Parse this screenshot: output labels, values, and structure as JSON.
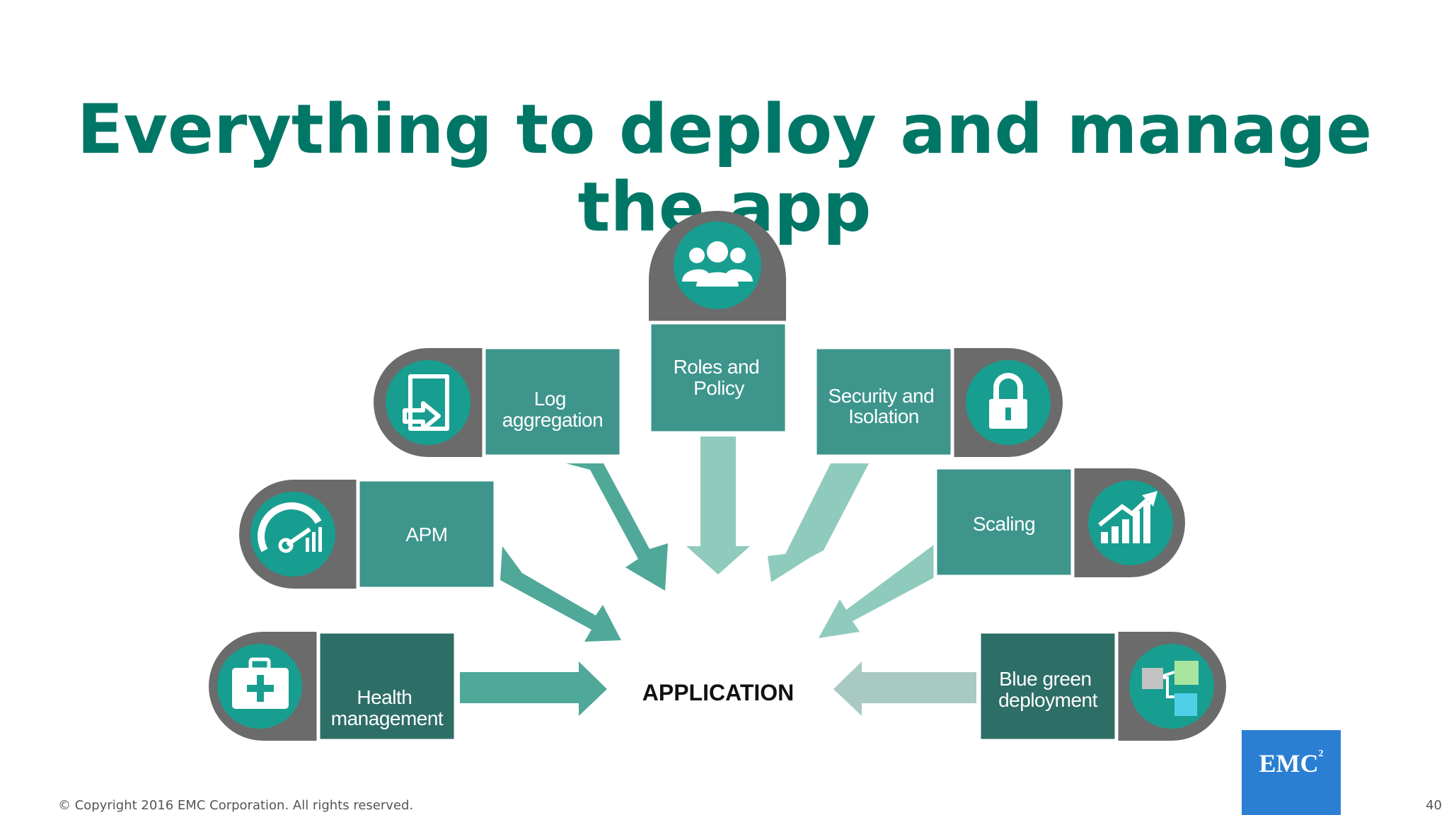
{
  "slide": {
    "title_line1": "Everything to deploy and manage",
    "title_line2": "the app",
    "copyright": "© Copyright 2016 EMC Corporation. All rights reserved.",
    "page_number": "40",
    "logo": "EMC",
    "logo_superscript": "2"
  },
  "diagram": {
    "center": "APPLICATION",
    "nodes": [
      {
        "id": "roles",
        "lines": [
          "Roles and",
          "Policy"
        ],
        "icon": "users-icon"
      },
      {
        "id": "log",
        "lines": [
          "Log",
          "aggregation"
        ],
        "icon": "file-import-icon"
      },
      {
        "id": "security",
        "lines": [
          "Security and",
          "Isolation"
        ],
        "icon": "padlock-icon"
      },
      {
        "id": "apm",
        "lines": [
          "APM"
        ],
        "icon": "gauge-icon"
      },
      {
        "id": "scaling",
        "lines": [
          "Scaling"
        ],
        "icon": "growth-chart-icon"
      },
      {
        "id": "health",
        "lines": [
          "Health",
          "management"
        ],
        "icon": "first-aid-kit-icon"
      },
      {
        "id": "bluegreen",
        "lines": [
          "Blue green",
          "deployment"
        ],
        "icon": "blocks-icon"
      }
    ]
  },
  "colors": {
    "title": "#007766",
    "pill_gray": "#6b6b6b",
    "icon_teal": "#179e90",
    "box_teal": "#3d958c",
    "box_dark": "#2d6e66",
    "arrow_light": "#8fcbbd",
    "arrow_mid": "#4fa898",
    "arrow_gray": "#a9c9c3",
    "logo_blue": "#2b7fd3"
  }
}
